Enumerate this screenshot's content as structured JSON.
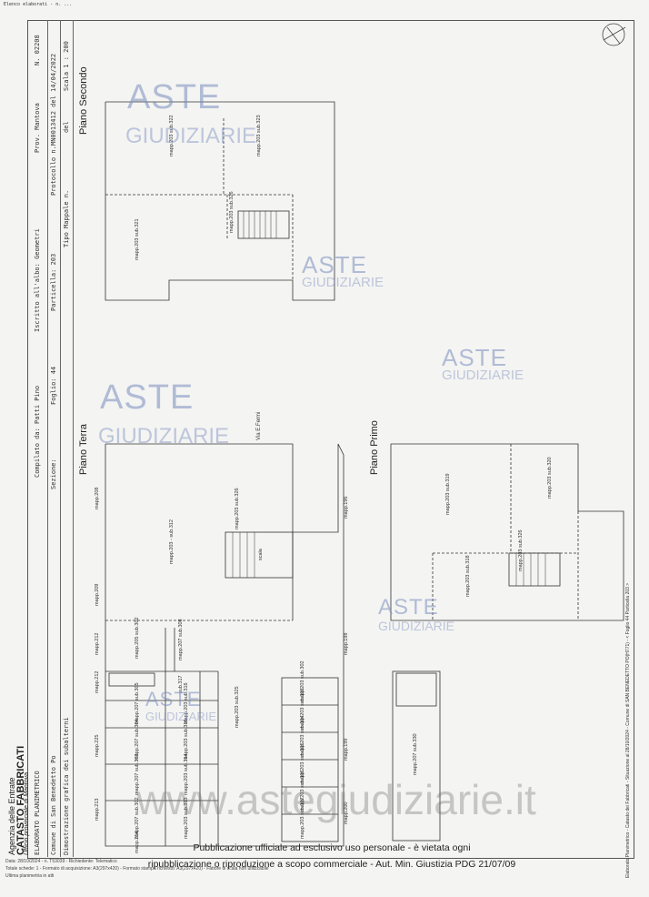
{
  "topline": "Elenco elaborati - n. ...",
  "header": {
    "doc_type": "ELABORATO PLANIMETRICO",
    "compiled_by": "Compilato da: Patti Pino",
    "registered": "Iscritto all'albo: Geometri",
    "province": "Prov. Mantova",
    "number": "N. 02208",
    "comune": "Comune di San Benedetto Po",
    "sezione": "Sezione:",
    "foglio": "Foglio: 44",
    "particella": "Particella: 203",
    "protocollo": "Protocollo n.",
    "protocollo_num": "MN0013412 del 14/04/2022",
    "demonstration": "Dimostrazione grafica dei subalterni",
    "tipo_mappale": "Tipo Mappale n.",
    "del": "del",
    "scale": "Scala 1 : 200"
  },
  "office": {
    "agency": "Agenzia delle Entrate",
    "catasto": "CATASTO FABBRICATI",
    "ufficio": "Ufficio provinciale di Mantova"
  },
  "right_margin_note": "Elaborato Planimetrico - Catasto dei Fabbricati - Situazione al 28/10/2024 - Comune di SAN BENEDETTO PO(H771) - < Foglio 44 Particella 203 >",
  "plans": {
    "secondo": {
      "title": "Piano Secondo",
      "labels": [
        "mapp.203 sub.322",
        "mapp.203 sub.323",
        "mapp.203 sub.326",
        "mapp.203 sub.321"
      ]
    },
    "terra": {
      "title": "Piano Terra",
      "street": "Via E.Fermi",
      "neighbors": [
        "mapp.208",
        "mapp.209",
        "mapp.212",
        "mapp.212",
        "mapp.225",
        "mapp.213",
        "mapp.214",
        "mapp.196",
        "mapp.198",
        "mapp.199",
        "mapp.200"
      ],
      "labels": [
        "mapp.203 - sub.312",
        "mapp.203 sub.326",
        "scala",
        "mapp.205 sub.302",
        "mapp.207 sub.308",
        "mapp.207 sub.305",
        "mapp.207 sub.304",
        "mapp.207 sub.303",
        "mapp.207 sub.302",
        "sub.317",
        "mapp.203 sub.316",
        "mapp.203 sub.315",
        "mapp.203 sub.314",
        "mapp.203 sub.313",
        "mapp.203 sub.325",
        "mapp.203 sub.302",
        "mapp.203 sub.303",
        "mapp.203 sub.304",
        "mapp.203 sub.305",
        "mapp.203 sub.306",
        "mapp.203 sub.307"
      ]
    },
    "primo": {
      "title": "Piano Primo",
      "labels": [
        "mapp.203 sub.319",
        "mapp.203 sub.320",
        "mapp.203 sub.326",
        "mapp.203 sub.318",
        "mapp.207 sub.330"
      ]
    }
  },
  "watermark": {
    "aste": "ASTE",
    "giudiziarie": "GIUDIZIARIE",
    "url": "www.astegiudiziarie.it"
  },
  "footer": {
    "line1": "Pubblicazione ufficiale ad esclusivo uso personale - è vietata ogni",
    "line2": "ripubblicazione o riproduzione a scopo commerciale - Aut. Min. Giustizia PDG 21/07/09"
  },
  "bottom_meta": {
    "line1": "Data: 28/10/2024 - n. T53039 - Richiedente: Telematico",
    "line2": "Totale schede: 1 - Formato di acquisizione: A3(297x420) - Formato stampa richiesto: A3(297x420) - Fattore di scala non utilizzabile",
    "line3": "Ultima planimetria in atti"
  }
}
